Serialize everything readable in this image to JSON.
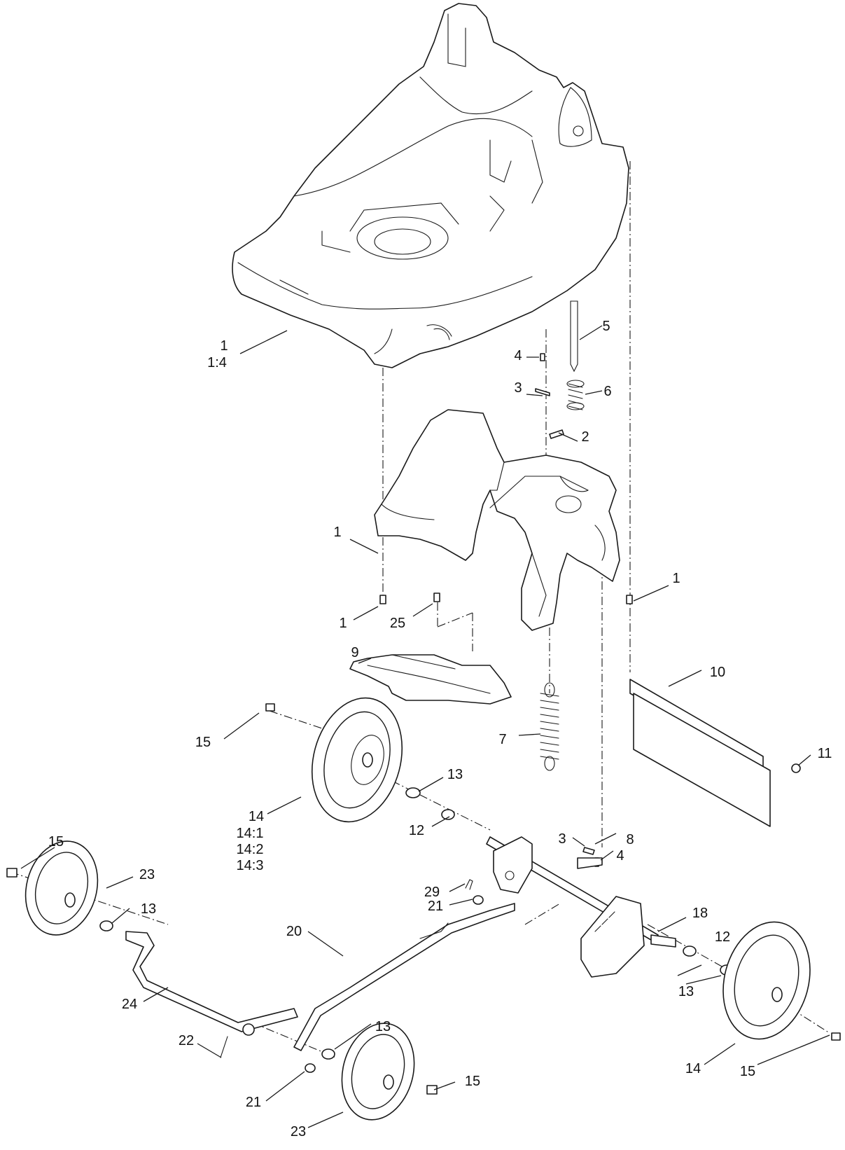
{
  "colors": {
    "line": "#1a1a1a",
    "background": "#ffffff"
  },
  "labels": {
    "deck_1": "1",
    "deck_1_sub": "1:4",
    "rear_1": "1",
    "screw_1_left": "1",
    "screw_25": "25",
    "screw_1_right": "1",
    "pin_2": "2",
    "plate_3_top": "3",
    "screw_4_top": "4",
    "rod_5": "5",
    "spring_6": "6",
    "spring_7": "7",
    "link_8": "8",
    "flap_9": "9",
    "rear_flap_10": "10",
    "screw_11": "11",
    "washer_12_center": "12",
    "washer_12_right": "12",
    "washer_13_center": "13",
    "washer_13_left": "13",
    "washer_13_right": "13",
    "washer_13_lower": "13",
    "wheel_14_rear_left": "14",
    "wheel_14_sub1": "14:1",
    "wheel_14_sub2": "14:2",
    "wheel_14_sub3": "14:3",
    "wheel_14_rear_right": "14",
    "bolt_15_top": "15",
    "bolt_15_left": "15",
    "bolt_15_lower": "15",
    "bolt_15_right": "15",
    "axle_18": "18",
    "lever_20": "20",
    "clip_21_center": "21",
    "clip_21_lower": "21",
    "pin_22": "22",
    "wheel_23_left": "23",
    "wheel_23_lower": "23",
    "axle_24": "24",
    "plate_3_lower": "3",
    "screw_4_lower": "4",
    "pin_29": "29"
  }
}
